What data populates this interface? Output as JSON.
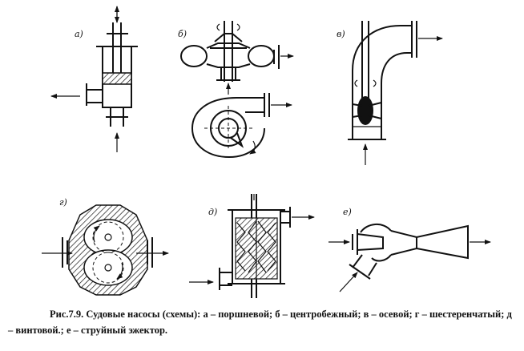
{
  "labels": {
    "a": "а)",
    "b": "б)",
    "v": "в)",
    "g": "г)",
    "d": "д)",
    "e": "е)"
  },
  "caption": "Рис.7.9. Судовые насосы (схемы): а – поршневой; б – центробежный; в – осевой; г – шестеренчатый; д – винтовой.; е – струйный эжектор."
}
